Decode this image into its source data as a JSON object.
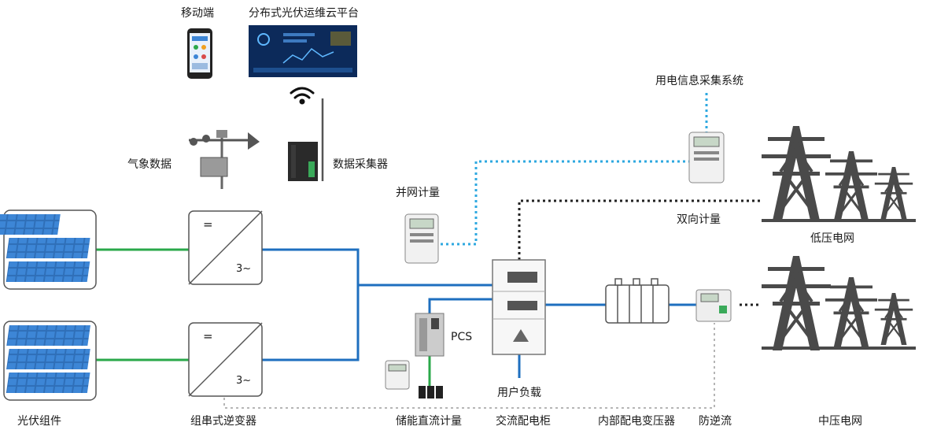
{
  "labels": {
    "mobile": "移动端",
    "cloud": "分布式光伏运维云平台",
    "weather": "气象数据",
    "collector": "数据采集器",
    "grid_meter": "并网计量",
    "power_info": "用电信息采集系统",
    "bidirectional": "双向计量",
    "low_grid": "低压电网",
    "pcs": "PCS",
    "user_load": "用户负载",
    "pv": "光伏组件",
    "inverter": "组串式逆变器",
    "storage_meter": "储能直流计量",
    "ac_cabinet": "交流配电柜",
    "transformer": "内部配电变压器",
    "anti_reverse": "防逆流",
    "mid_grid": "中压电网"
  },
  "inverter_symbols": {
    "dc": "=",
    "ac": "3~"
  },
  "colors": {
    "dc_line": "#2aa84a",
    "ac_line": "#1e6fbf",
    "comm_dotted": "#2ea8e0",
    "black_dotted": "#222222",
    "gray_dotted": "#b5b5b5",
    "tower": "#4a4a4a",
    "panel": "#2f6fb8"
  }
}
